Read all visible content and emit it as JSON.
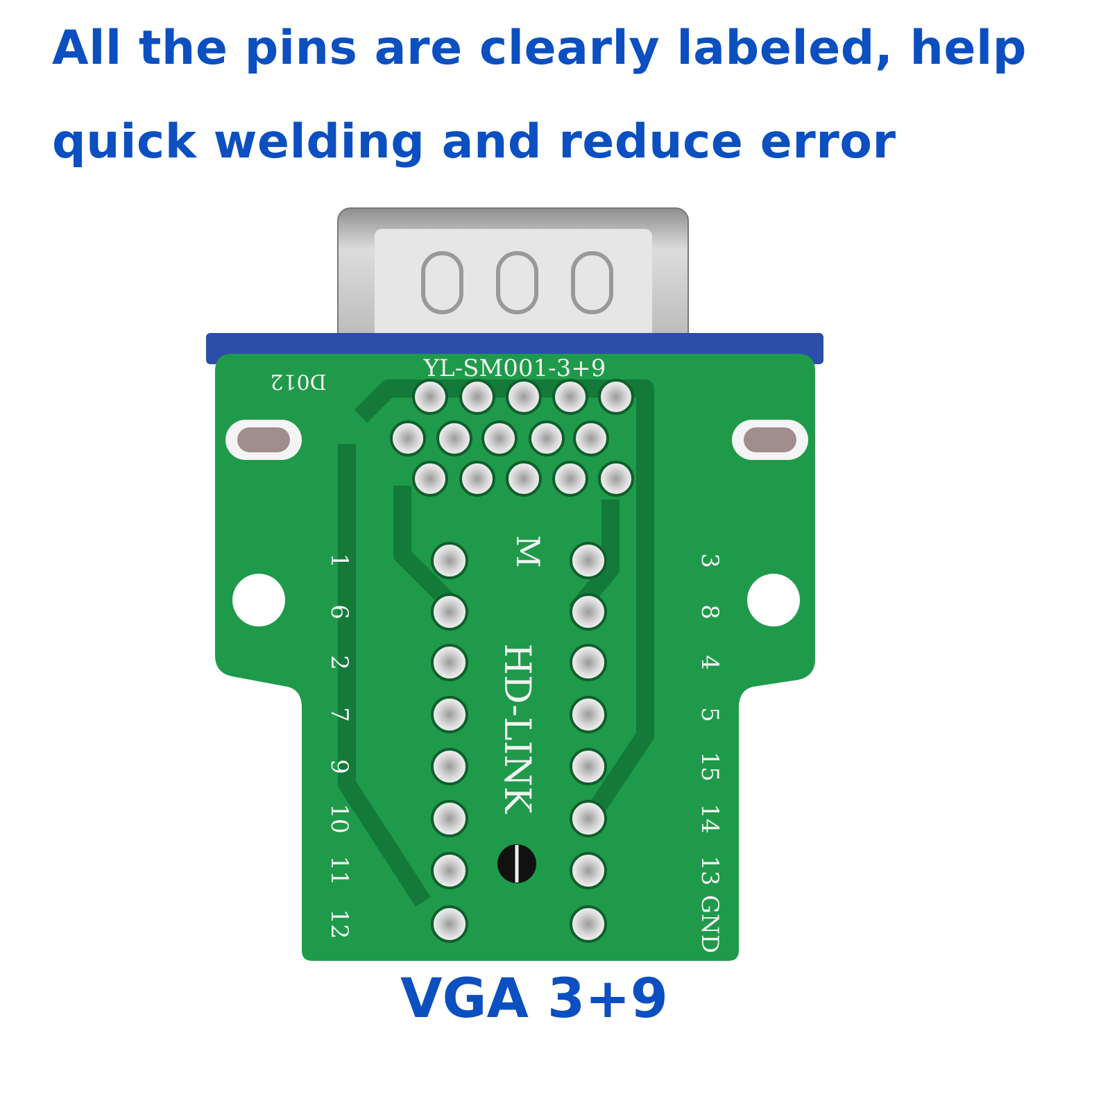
{
  "headline": {
    "line1": "All the pins are clearly labeled, help",
    "line2": "quick welding and reduce error"
  },
  "caption": "VGA 3+9",
  "board": {
    "model": "YL-SM001-3+9",
    "code": "D012",
    "brand": "HD-LINK",
    "mark": "M",
    "left_pin_labels": [
      "1",
      "6",
      "2",
      "7",
      "9",
      "10",
      "11",
      "12"
    ],
    "right_pin_labels": [
      "3",
      "8",
      "4",
      "5",
      "15",
      "14",
      "13",
      "GND"
    ]
  },
  "colors": {
    "text": "#0b4fc0",
    "pcb": "#1f9a4a",
    "pcb_trace": "#137a3a",
    "flange": "#2b4fa8"
  }
}
